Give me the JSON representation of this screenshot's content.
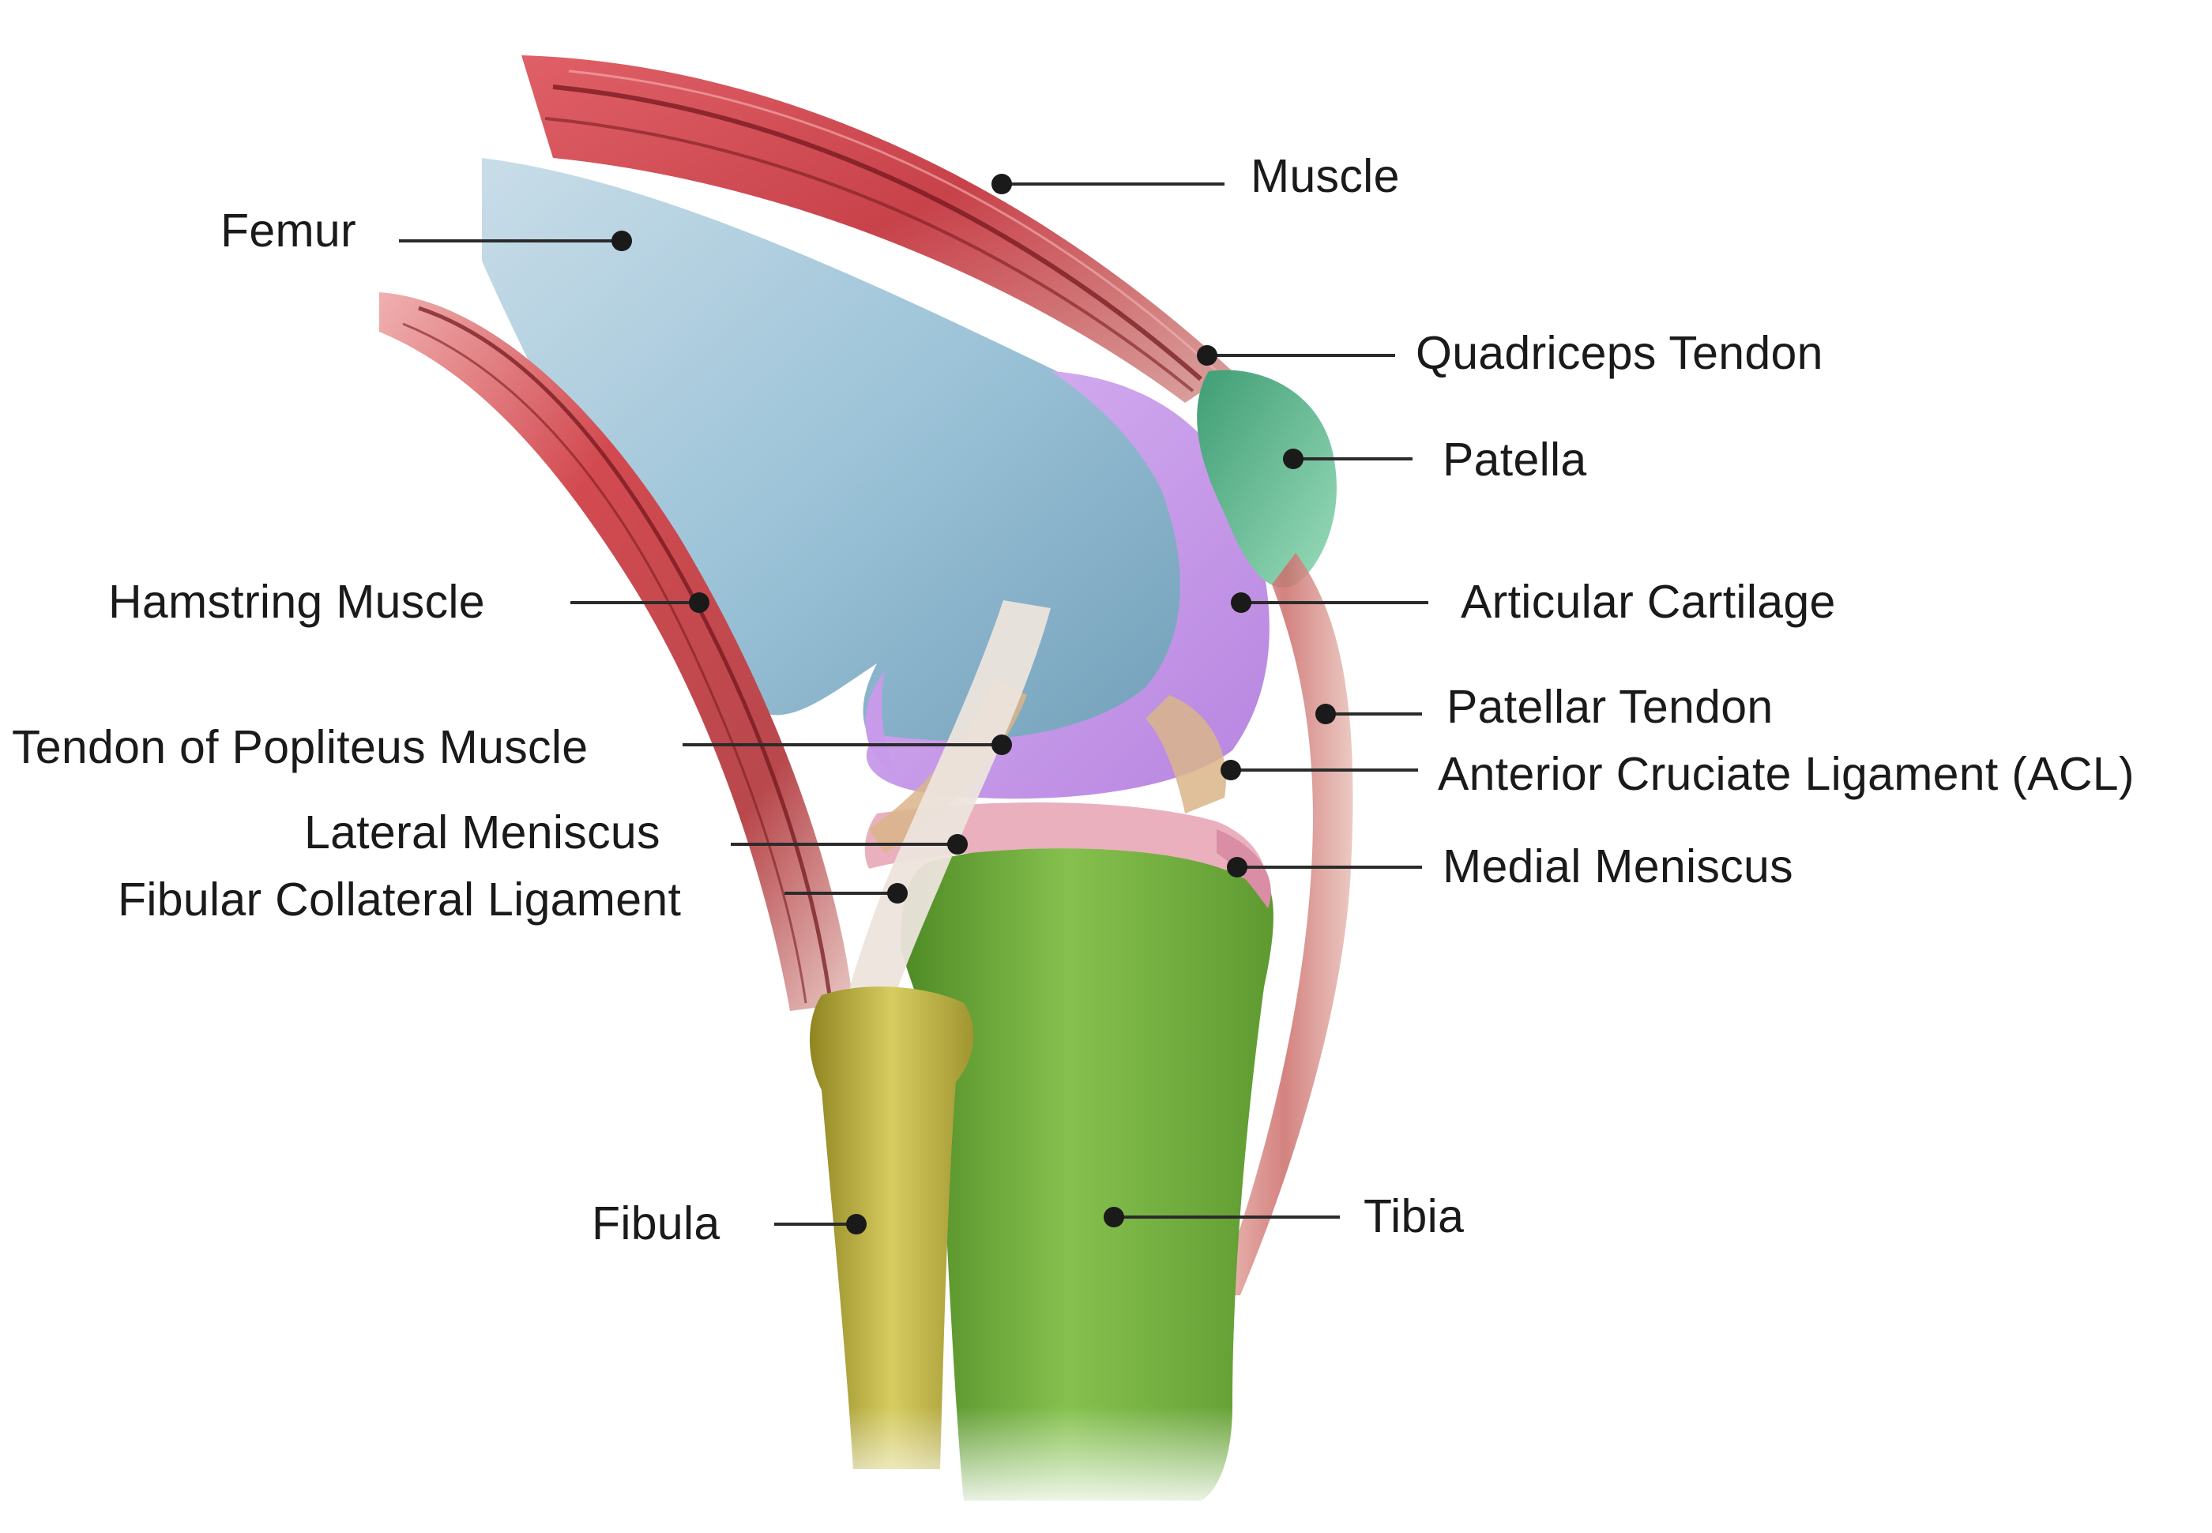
{
  "labels": {
    "muscle": "Muscle",
    "femur": "Femur",
    "quadriceps_tendon": "Quadriceps Tendon",
    "patella": "Patella",
    "hamstring_muscle": "Hamstring Muscle",
    "articular_cartilage": "Articular Cartilage",
    "patellar_tendon": "Patellar Tendon",
    "tendon_of_popliteus_muscle": "Tendon of Popliteus Muscle",
    "anterior_cruciate_ligament": "Anterior Cruciate Ligament (ACL)",
    "lateral_meniscus": "Lateral Meniscus",
    "medial_meniscus": "Medial Meniscus",
    "fibular_collateral_ligament": "Fibular Collateral Ligament",
    "fibula": "Fibula",
    "tibia": "Tibia"
  },
  "colors": {
    "muscle": "#c8424a",
    "muscle_dark": "#7a1c22",
    "femur": "#9cc3d8",
    "cartilage": "#c79bea",
    "patella": "#4fb98a",
    "tibia": "#6aa63a",
    "fibula": "#b5a838",
    "meniscus": "#e8a6b4",
    "tendon": "#e8d8cc",
    "ligament": "#d9b58a",
    "leader": "#2b2b2b"
  }
}
